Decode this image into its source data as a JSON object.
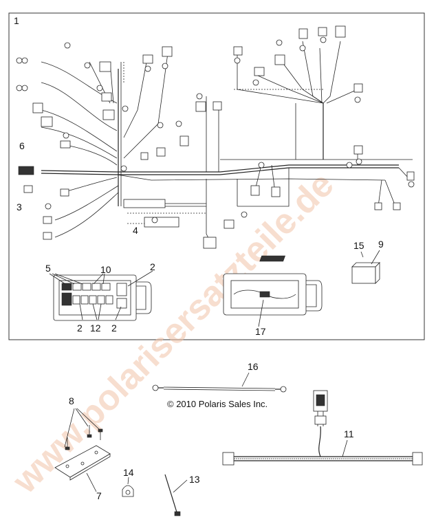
{
  "copyright": "© 2010 Polaris Sales Inc.",
  "watermark": "www.polarisersatzteile.de",
  "callouts": {
    "main_harness": "1",
    "fuse_2a": "2",
    "fuse_2b": "2",
    "fuse_2c": "2",
    "connector_3": "3",
    "relay_4": "4",
    "fuse_5": "5",
    "connector_6": "6",
    "bracket_7": "7",
    "screw_8": "8",
    "relay_9": "9",
    "fuse_10": "10",
    "harness_11": "11",
    "fuse_12": "12",
    "tie_13": "13",
    "clip_14": "14",
    "label_15": "15",
    "cable_16": "16",
    "holder_17": "17"
  }
}
